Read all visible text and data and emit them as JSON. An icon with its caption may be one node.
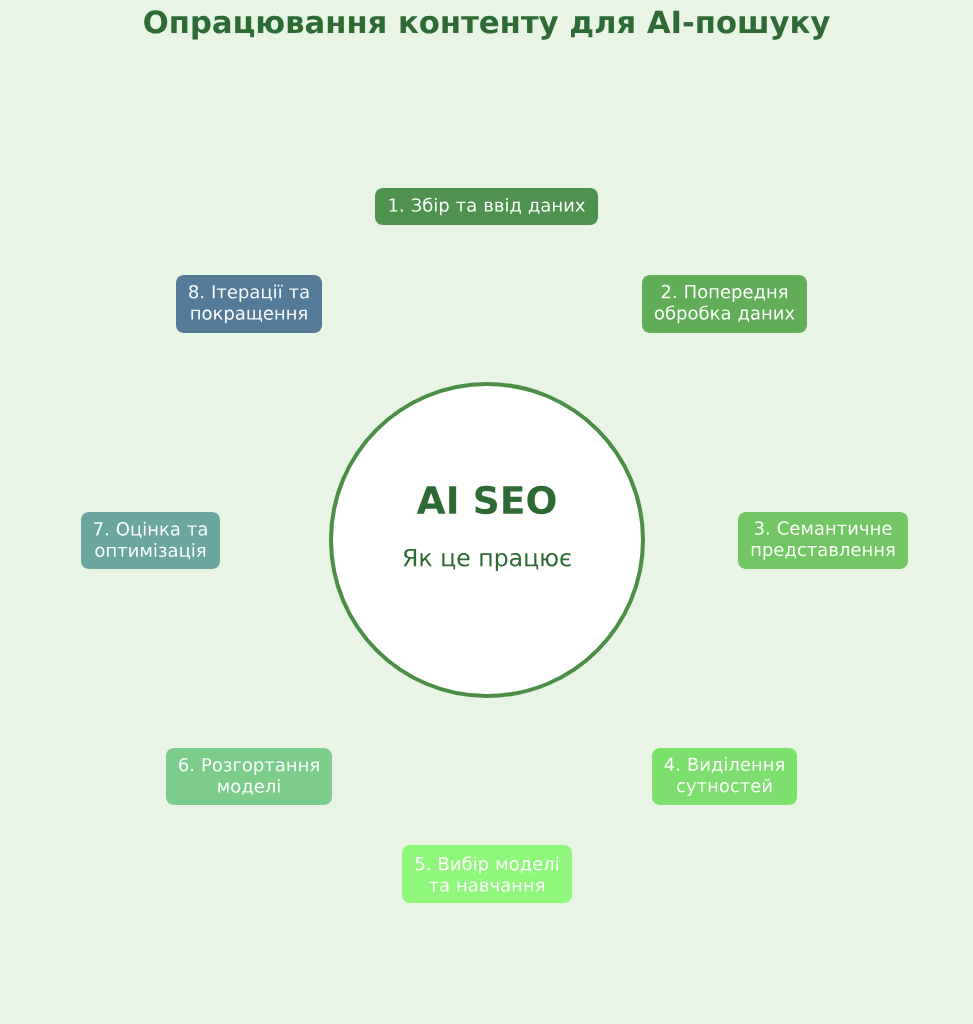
{
  "diagram": {
    "title": "Опрацювання контенту для AI-пошуку",
    "nodes": [
      {
        "text": [
          "AI SEO",
          "Як це працює"
        ]
      },
      {
        "text": [
          "1. Збір та ввід даних"
        ]
      },
      {
        "text": [
          "2. Попередня обробка даних"
        ]
      },
      {
        "text": [
          "3. Семантичне представлення"
        ]
      },
      {
        "text": [
          "4. Виділення сутностей"
        ]
      },
      {
        "text": [
          "5. Вибір моделі та навчання"
        ]
      },
      {
        "text": [
          "6. Розгортання моделі"
        ]
      },
      {
        "text": [
          "7. Оцінка та оптимізація"
        ]
      },
      {
        "text": [
          "8. Ітерації та покращення"
        ]
      }
    ]
  }
}
